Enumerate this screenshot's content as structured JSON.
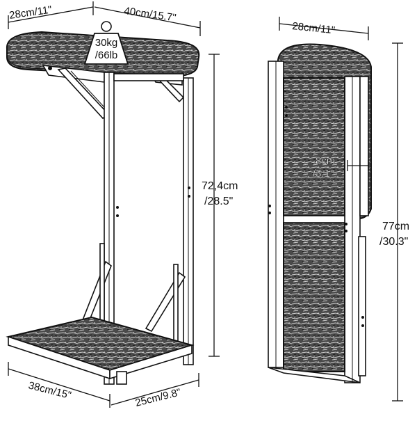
{
  "open_view": {
    "top_depth": "28cm/11\"",
    "top_width": "40cm/15.7\"",
    "load_kg": "30kg",
    "load_lb": "/66lb",
    "height_cm": "72,4cm",
    "height_in": "/28.5\"",
    "base_width": "38cm/15\"",
    "base_depth": "25cm/9.8\""
  },
  "folded_view": {
    "width": "28cm/11\"",
    "thickness_cm": "8cm",
    "thickness_in": "/3.1\"",
    "height_cm": "77cm",
    "height_in": "/30.3\""
  },
  "colors": {
    "line": "#111111",
    "wood_dark": "#3a3a3a",
    "background": "#ffffff"
  }
}
